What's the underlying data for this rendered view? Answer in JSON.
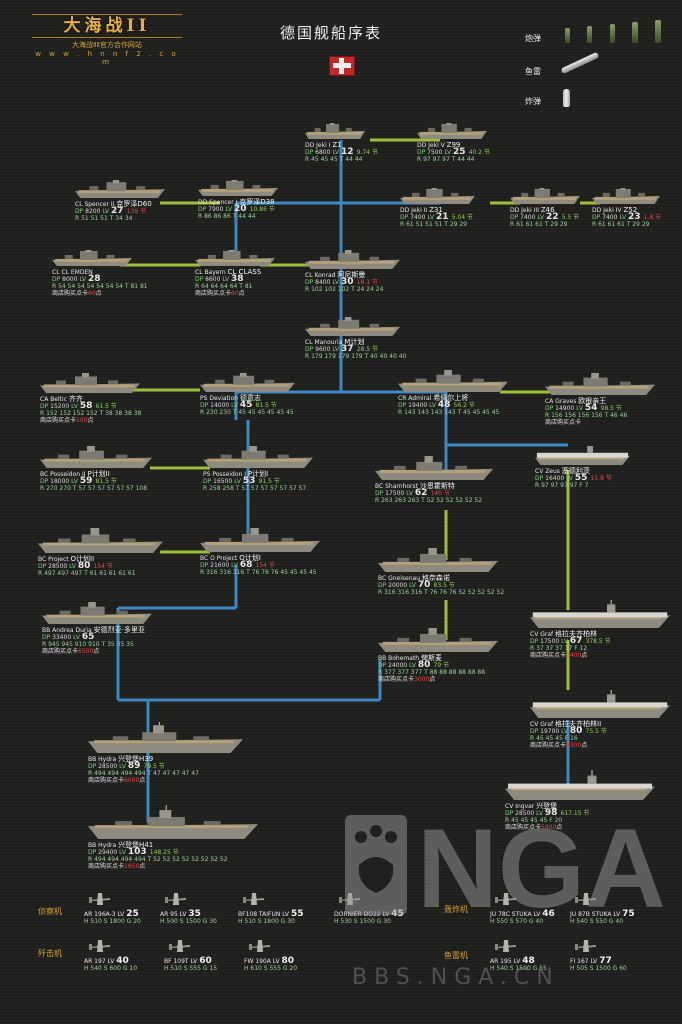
{
  "header": {
    "logo_title": "大海战II",
    "logo_subtitle": "大海战ⅡⅡ官方合作网站",
    "logo_url": "w w w . h n n f 2 . c o m",
    "page_title": "德国舰船序表"
  },
  "legend": {
    "shell": "炮弹",
    "torpedo": "鱼雷",
    "bomb": "炸弹"
  },
  "ships": [
    {
      "id": "dd_z1",
      "name": "DD Jeki I",
      "cn": "Z1",
      "dp": "6800",
      "lv": "12",
      "speed": "9.74 节",
      "weap": "R 45 45 45  T 44 44"
    },
    {
      "id": "dd_z99",
      "name": "DD Jeki V",
      "cn": "Z99",
      "dp": "7500",
      "lv": "25",
      "speed": "40.2 节",
      "weap": "R 97 97 97  T 44 44"
    },
    {
      "id": "cl_spencer",
      "name": "CL Spencer II",
      "cn": "克罗泽D60",
      "dp": "8200",
      "lv": "27",
      "speed": "139 节",
      "weap": "R 51 51 51  T 34 34"
    },
    {
      "id": "dd_spencer",
      "name": "DD Spencer I",
      "cn": "克罗泽D38",
      "dp": "7900",
      "lv": "20",
      "speed": "10.86 节",
      "weap": "R 86 86 86  T 44 44"
    },
    {
      "id": "dd_z31",
      "name": "DD Jeki II",
      "cn": "Z31",
      "dp": "7400",
      "lv": "21",
      "speed": "5.04 节",
      "weap": "R 61 51 51 51  T 29 29"
    },
    {
      "id": "dd_z46",
      "name": "DD Jeki III",
      "cn": "Z46",
      "dp": "7400",
      "lv": "22",
      "speed": "5.5 节",
      "weap": "R 61 61 61  T 29 29"
    },
    {
      "id": "dd_z52",
      "name": "DD Jeki IV",
      "cn": "Z52",
      "dp": "7400",
      "lv": "23",
      "speed": "1.8 节",
      "weap": "R 61 61 61  T 29 29"
    },
    {
      "id": "cl_emden",
      "name": "CL CL EMDEN",
      "cn": "",
      "dp": "8000",
      "lv": "28",
      "speed": "",
      "weap": "R 54 54 54 54 54 54 54  T 81 81",
      "shop": "商店购买点卡",
      "shop_hl": "60",
      "shop_end": "点"
    },
    {
      "id": "cl_bayern",
      "name": "CL Bayern",
      "cn": "CL CLASS",
      "dp": "8600",
      "lv": "38",
      "speed": "",
      "weap": "R 64 64 64 64  T 81",
      "shop": "商店购买点卡",
      "shop_hl": "60",
      "shop_end": "点"
    },
    {
      "id": "cl_konrad",
      "name": "CL Konrad",
      "cn": "阿尼斯曼",
      "dp": "8400",
      "lv": "30",
      "speed": "18.1 节",
      "weap": "R 102 102 102  T 24 24 24"
    },
    {
      "id": "cl_manouria",
      "name": "CL Manouria",
      "cn": "M计划",
      "dp": "9600",
      "lv": "37",
      "speed": "28.5 节",
      "weap": "R 179 179 179 179  T 40 40 40 40"
    },
    {
      "id": "ca_beltic",
      "name": "CA Beltic",
      "cn": "齐齐",
      "dp": "15200",
      "lv": "58",
      "speed": "61.5 节",
      "weap": "R 152 152 152 152  T 38 38 38 38",
      "shop": "商店购买点卡",
      "shop_hl": "100",
      "shop_end": "点"
    },
    {
      "id": "ps_deviation",
      "name": "PS Deviation",
      "cn": "德意志",
      "dp": "14000",
      "lv": "45",
      "speed": "81.5 节",
      "weap": "R 230 230  T 45 45 45 45 45 45"
    },
    {
      "id": "cr_admiral",
      "name": "CR Admiral",
      "cn": "希佩尔上将",
      "dp": "19400",
      "lv": "48",
      "speed": "56.2 节",
      "weap": "R 143 143 143 143  T 45 45 45 45"
    },
    {
      "id": "ca_graves",
      "name": "CA Graves",
      "cn": "欧根亲王",
      "dp": "14900",
      "lv": "54",
      "speed": "98.5 节",
      "weap": "R 156 156 156 156  T 46 46",
      "shop": "商店购买点卡",
      "shop_hl": "",
      "shop_end": ""
    },
    {
      "id": "bc_posseidon2",
      "name": "BC Posseidon II",
      "cn": "P计划II",
      "dp": "18000",
      "lv": "59",
      "speed": "81.5 节",
      "weap": "R 270 270  T 57 57 57 57 57 57 108"
    },
    {
      "id": "ps_posseidon1",
      "name": "PS Posseidon I",
      "cn": "P计划I",
      "dp": "16500",
      "lv": "53",
      "speed": "91.5 节",
      "weap": "R 258 258  T 57 57 57 57 57 57 57"
    },
    {
      "id": "bc_sharnhorst",
      "name": "BC Sharnhorst",
      "cn": "沙恩霍斯特",
      "dp": "17500",
      "lv": "62",
      "speed": "140 节",
      "weap": "R 263 263 263  T 52 52 52 52 52 52"
    },
    {
      "id": "cv_zeus",
      "name": "CV Zeus",
      "cn": "塞德利茨",
      "dp": "16400",
      "lv": "55",
      "speed": "15.8 节",
      "weap": "R 97 97 97 97  F 7"
    },
    {
      "id": "bc_project2",
      "name": "BC Project",
      "cn": "O计划II",
      "dp": "28500",
      "lv": "80",
      "speed": "154 节",
      "weap": "R 497 497 497  T 61 61 61 61 61"
    },
    {
      "id": "bc_project1",
      "name": "BC O Project",
      "cn": "O计划I",
      "dp": "21600",
      "lv": "68",
      "speed": "154 节",
      "weap": "R 316 316 316  T 76 76 76 45 45 45 45"
    },
    {
      "id": "bc_gneisenau",
      "name": "BC Gneisenau",
      "cn": "格奈森诺",
      "dp": "20000",
      "lv": "70",
      "speed": "83.5 节",
      "weap": "R 316 316 316  T 76 76 76 52 52 52 52 52"
    },
    {
      "id": "bb_dunza",
      "name": "BB Andrea Duria",
      "cn": "安德烈亚·多里亚",
      "dp": "33400",
      "lv": "65",
      "speed": "",
      "weap": "R 945 945 910 910  T 35 35 35",
      "shop": "商店购买点卡",
      "shop_hl": "6500",
      "shop_end": "点"
    },
    {
      "id": "cv_graf1",
      "name": "CV Graf",
      "cn": "格拉夫齐柏林",
      "dp": "17500",
      "lv": "67",
      "speed": "378.5 节",
      "weap": "R 37 37 37 37  F 12",
      "shop": "商店购买点卡",
      "shop_hl": "1400",
      "shop_end": "点"
    },
    {
      "id": "bb_bismarck",
      "name": "BB Bohemath",
      "cn": "俾斯麦",
      "dp": "24000",
      "lv": "80",
      "speed": "79 节",
      "weap": "R 377 377 377  T 88 88 88 88 88 88",
      "shop": "商店购买点卡",
      "shop_hl": "3000",
      "shop_end": "点"
    },
    {
      "id": "cv_graf2",
      "name": "CV Graf",
      "cn": "格拉夫齐柏林II",
      "dp": "19700",
      "lv": "80",
      "speed": "75.5 节",
      "weap": "R 45 45 45  F 16",
      "shop": "商店购买点卡",
      "shop_hl": "4300",
      "shop_end": "点"
    },
    {
      "id": "bb_h39",
      "name": "BB Hydra",
      "cn": "兴登堡H39",
      "dp": "28500",
      "lv": "89",
      "speed": "79.5 节",
      "weap": "R 494 494 494 494  T 47 47 47 47 47",
      "shop": "商店购买点卡",
      "shop_hl": "6000",
      "shop_end": "点"
    },
    {
      "id": "cv_ingvar",
      "name": "CV Ingvar",
      "cn": "兴登堡",
      "dp": "28500",
      "lv": "98",
      "speed": "617.15 节",
      "weap": "R 45 45 45 45  F 20",
      "shop": "商店购买点卡",
      "shop_hl": "5800",
      "shop_end": "点"
    },
    {
      "id": "bb_h41",
      "name": "BB Hydra",
      "cn": "兴登堡H41",
      "dp": "29400",
      "lv": "103",
      "speed": "148.25 节",
      "weap": "R 494 494 494 494  T 52 52 52 52 52 52 52 52",
      "shop": "商店购买点卡",
      "shop_hl": "1650",
      "shop_end": "点"
    }
  ],
  "plane_categories": {
    "recon": "侦察机",
    "bomber": "轰炸机",
    "fighter": "歼击机",
    "torpedo": "鱼雷机"
  },
  "planes": [
    {
      "id": "ar196",
      "name": "AR 196A-3",
      "lv": "25",
      "stats": "H 510  S 1800  G 20"
    },
    {
      "id": "ar95",
      "name": "AR 95",
      "lv": "35",
      "stats": "H 500  S 1500  G 30"
    },
    {
      "id": "bf108",
      "name": "BF108 TAIFUN",
      "lv": "55",
      "stats": "H 510  S 1800  G 30"
    },
    {
      "id": "do22",
      "name": "DORNIER DO22",
      "lv": "45",
      "stats": "H 530  S 1500  G 30"
    },
    {
      "id": "ju78c",
      "name": "JU 78C STUKA",
      "lv": "46",
      "stats": "H 550  S 570  G 40"
    },
    {
      "id": "ju87b",
      "name": "JU 87B STUKA",
      "lv": "75",
      "stats": "H 540  S 550  G 40"
    },
    {
      "id": "ar197",
      "name": "AR 197",
      "lv": "40",
      "stats": "H 540  S 600  G 10"
    },
    {
      "id": "bf109t",
      "name": "BF 109T",
      "lv": "60",
      "stats": "H 510  S 555  G 15"
    },
    {
      "id": "fw190a",
      "name": "FW 190A",
      "lv": "80",
      "stats": "H 610  S 555  G 20"
    },
    {
      "id": "ar195",
      "name": "AR 195",
      "lv": "48",
      "stats": "H 540  S 1500  G 55"
    },
    {
      "id": "fi167",
      "name": "FI 167",
      "lv": "77",
      "stats": "H 505  S 1500  G 60"
    }
  ],
  "watermark": {
    "brand": "NGA",
    "site": "BBS.NGA.CN"
  },
  "colors": {
    "link_blue": "#3d88c4",
    "link_green": "#9fbe3a",
    "gold": "#d8a030",
    "hull": "#b4a07a"
  }
}
